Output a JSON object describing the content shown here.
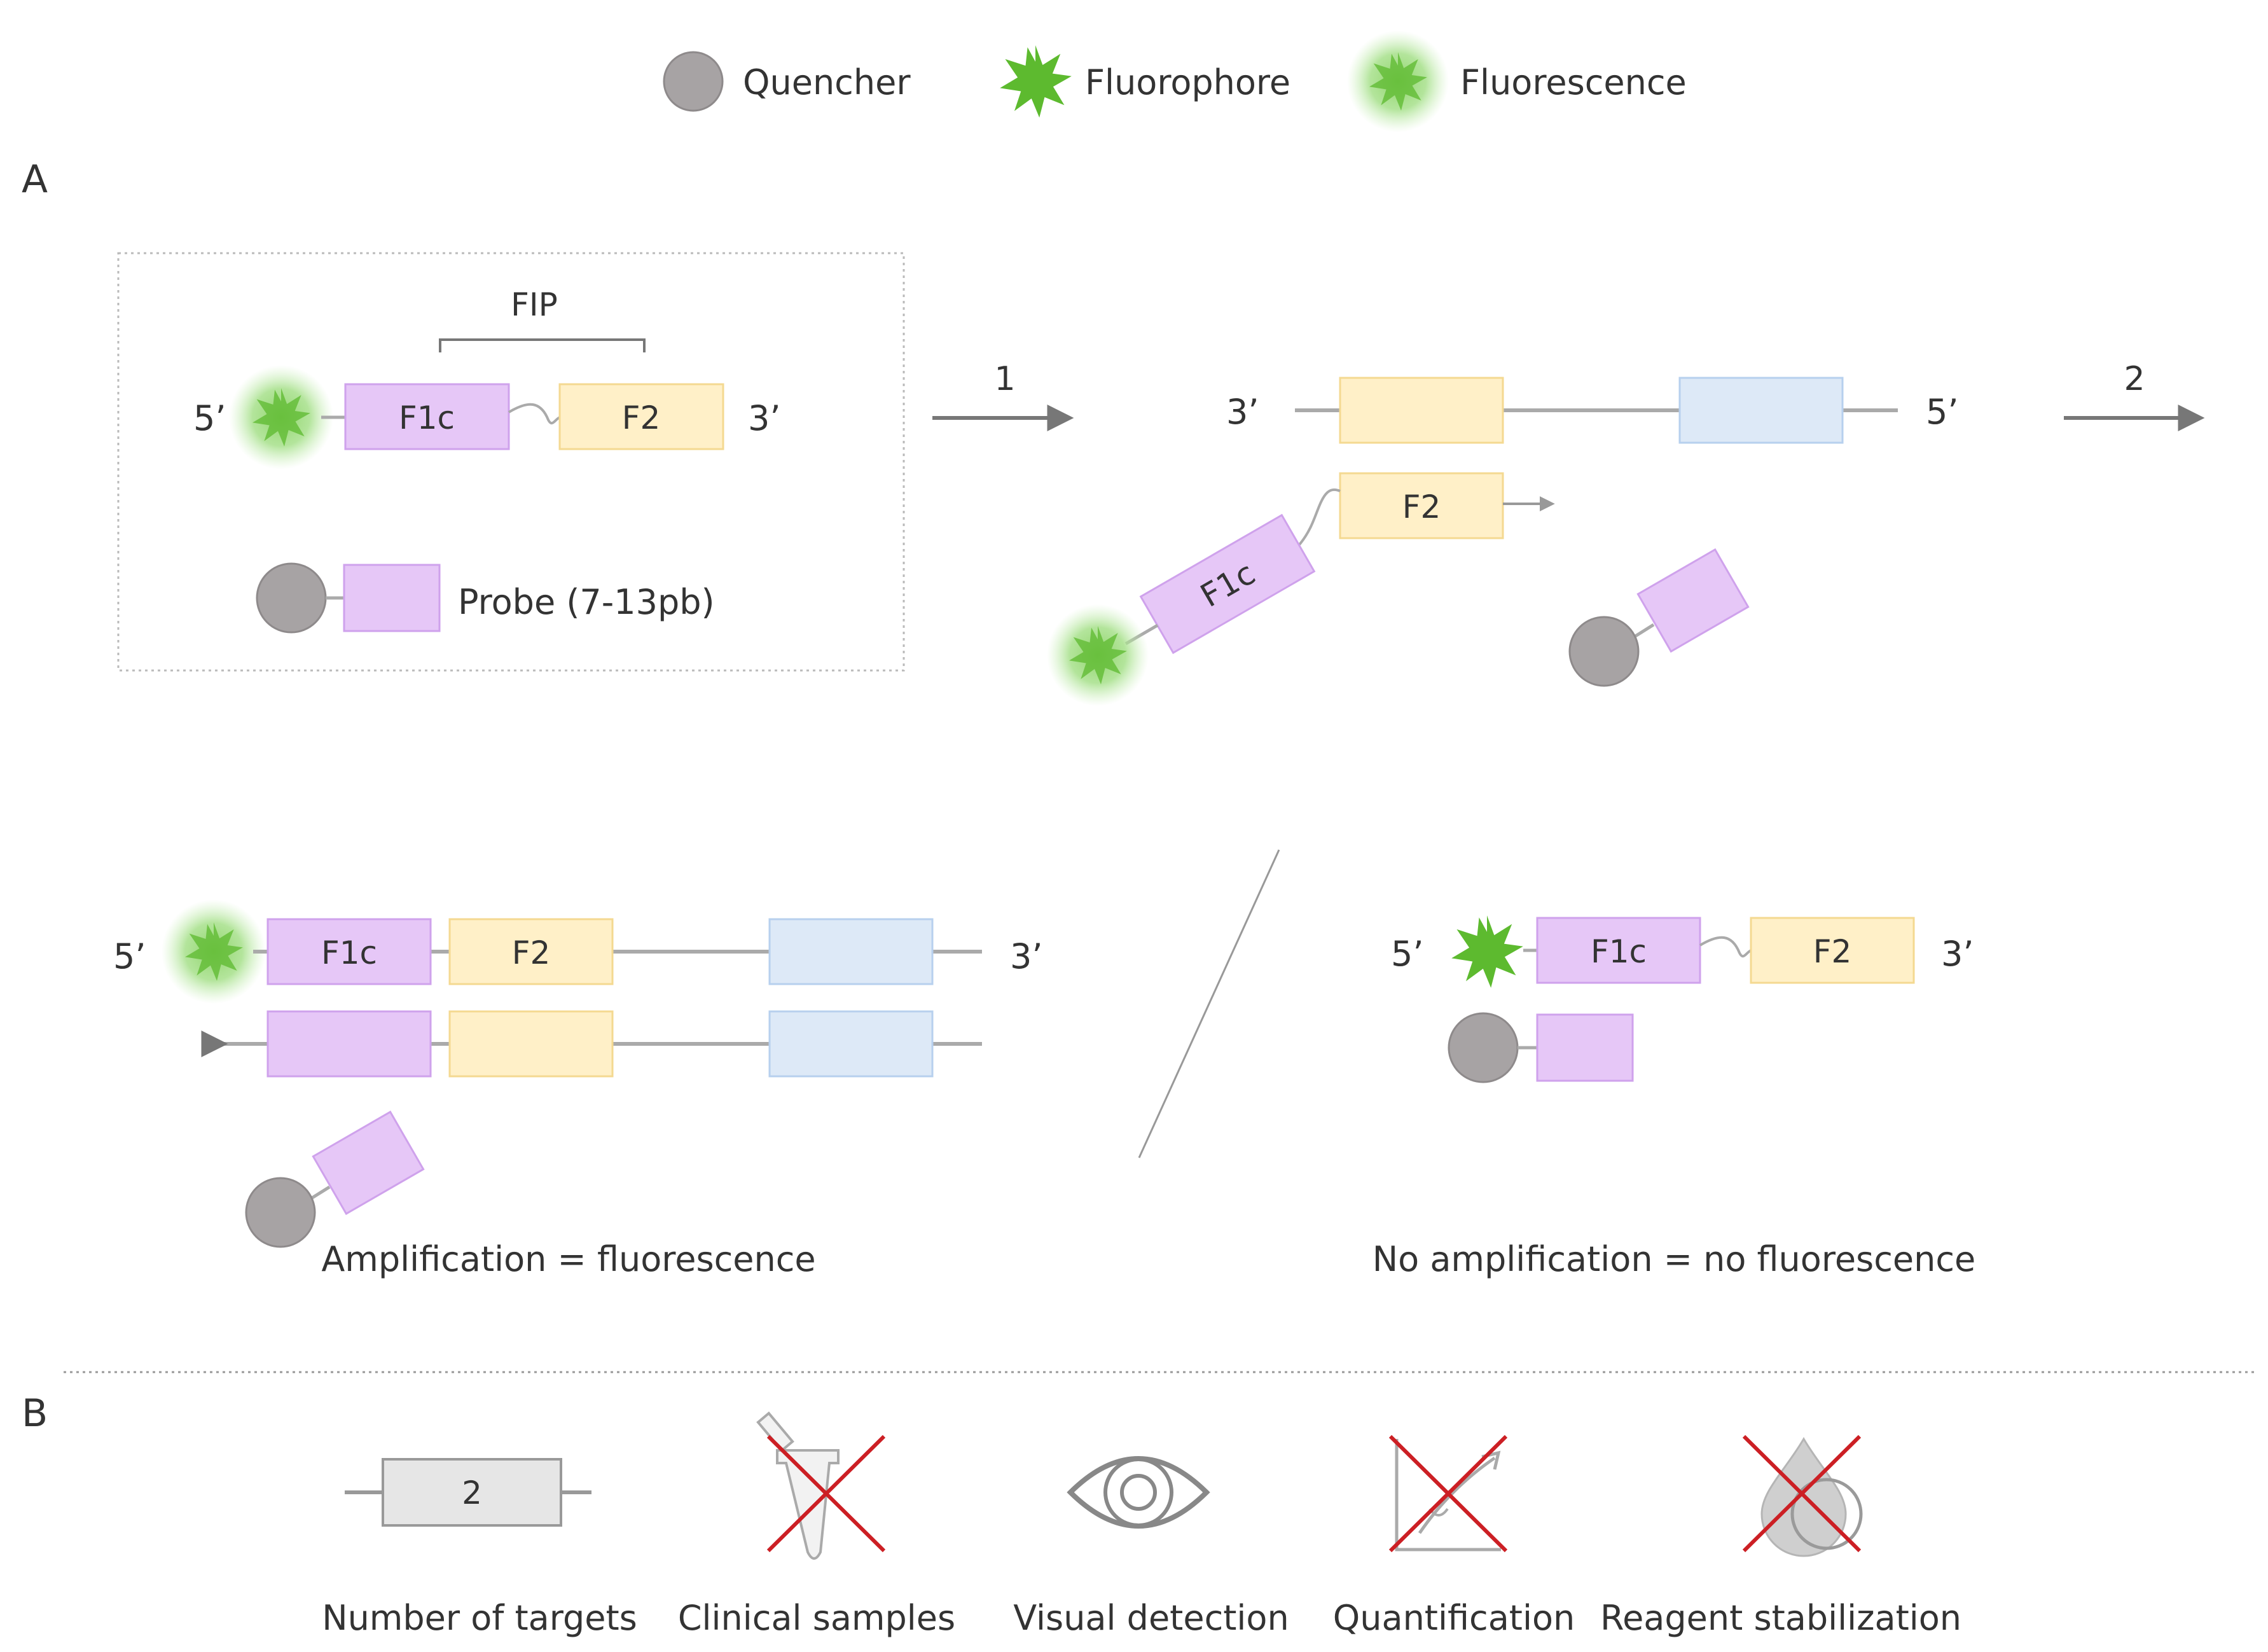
{
  "colors": {
    "purple_fill": "#e6c7f7",
    "purple_stroke": "#cfa2ec",
    "yellow_fill": "#fff0c8",
    "yellow_stroke": "#f4d991",
    "blue_fill": "#dde9f7",
    "blue_stroke": "#b7d0ee",
    "quencher": "#a7a3a4",
    "fluorophore": "#5dba2f",
    "glow": "#a6e08a",
    "strand": "#aaaaaa",
    "arrow": "#777777",
    "cross": "#cc1f24"
  },
  "legend": {
    "quencher": "Quencher",
    "fluorophore": "Fluorophore",
    "fluorescence": "Fluorescence"
  },
  "section_a": {
    "label": "A",
    "box": {
      "fip_label": "FIP",
      "five_prime": "5’",
      "three_prime": "3’",
      "f1c": "F1c",
      "f2": "F2",
      "probe_label": "Probe (7-13pb)"
    },
    "step1": {
      "arrow_num": "1",
      "three_prime": "3’",
      "five_prime": "5’",
      "f2": "F2",
      "f1c": "F1c"
    },
    "step2": {
      "arrow_num": "2"
    },
    "positive": {
      "five_prime": "5’",
      "three_prime": "3’",
      "f1c": "F1c",
      "f2": "F2",
      "caption": "Amplification = fluorescence"
    },
    "negative": {
      "five_prime": "5’",
      "three_prime": "3’",
      "f1c": "F1c",
      "f2": "F2",
      "caption": "No amplification = no fluorescence"
    }
  },
  "section_b": {
    "label": "B",
    "targets_value": "2",
    "features": [
      {
        "label": "Number of targets",
        "icon": "target-box-icon",
        "crossed": false
      },
      {
        "label": "Clinical samples",
        "icon": "tube-icon",
        "crossed": true
      },
      {
        "label": "Visual detection",
        "icon": "eye-icon",
        "crossed": false
      },
      {
        "label": "Quantification",
        "icon": "graph-icon",
        "crossed": true
      },
      {
        "label": "Reagent stabilization",
        "icon": "drop-icon",
        "crossed": true
      }
    ]
  }
}
